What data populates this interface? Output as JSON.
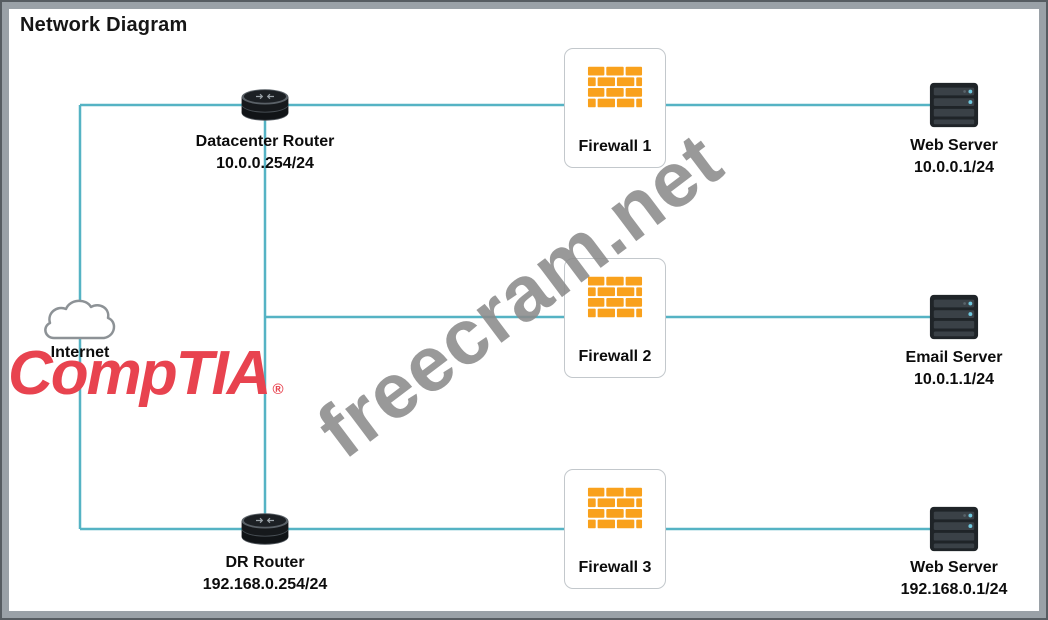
{
  "title": "Network Diagram",
  "watermarks": {
    "brand": "CompTIA",
    "brand_reg": "®",
    "site": "freecram.net"
  },
  "nodes": {
    "internet": {
      "label": "Internet"
    },
    "datacenter_router": {
      "label": "Datacenter Router",
      "ip": "10.0.0.254/24"
    },
    "dr_router": {
      "label": "DR Router",
      "ip": "192.168.0.254/24"
    },
    "firewall_1": {
      "label": "Firewall 1"
    },
    "firewall_2": {
      "label": "Firewall 2"
    },
    "firewall_3": {
      "label": "Firewall 3"
    },
    "web_server_1": {
      "label": "Web Server",
      "ip": "10.0.0.1/24"
    },
    "email_server": {
      "label": "Email Server",
      "ip": "10.0.1.1/24"
    },
    "web_server_2": {
      "label": "Web Server",
      "ip": "192.168.0.1/24"
    }
  },
  "edges": [
    {
      "from": "internet",
      "to": "datacenter_router"
    },
    {
      "from": "internet",
      "to": "dr_router"
    },
    {
      "from": "datacenter_router",
      "to": "dr_router"
    },
    {
      "from": "datacenter_router",
      "to": "firewall_1"
    },
    {
      "from": "datacenter_router",
      "to": "firewall_2"
    },
    {
      "from": "firewall_1",
      "to": "web_server_1"
    },
    {
      "from": "firewall_2",
      "to": "email_server"
    },
    {
      "from": "dr_router",
      "to": "firewall_3"
    },
    {
      "from": "firewall_3",
      "to": "web_server_2"
    }
  ],
  "colors": {
    "connection_line": "#55b3c4",
    "firewall_brick": "#f9a11c",
    "brand_red": "#e8434f",
    "watermark_gray": "#8b8b8b"
  }
}
